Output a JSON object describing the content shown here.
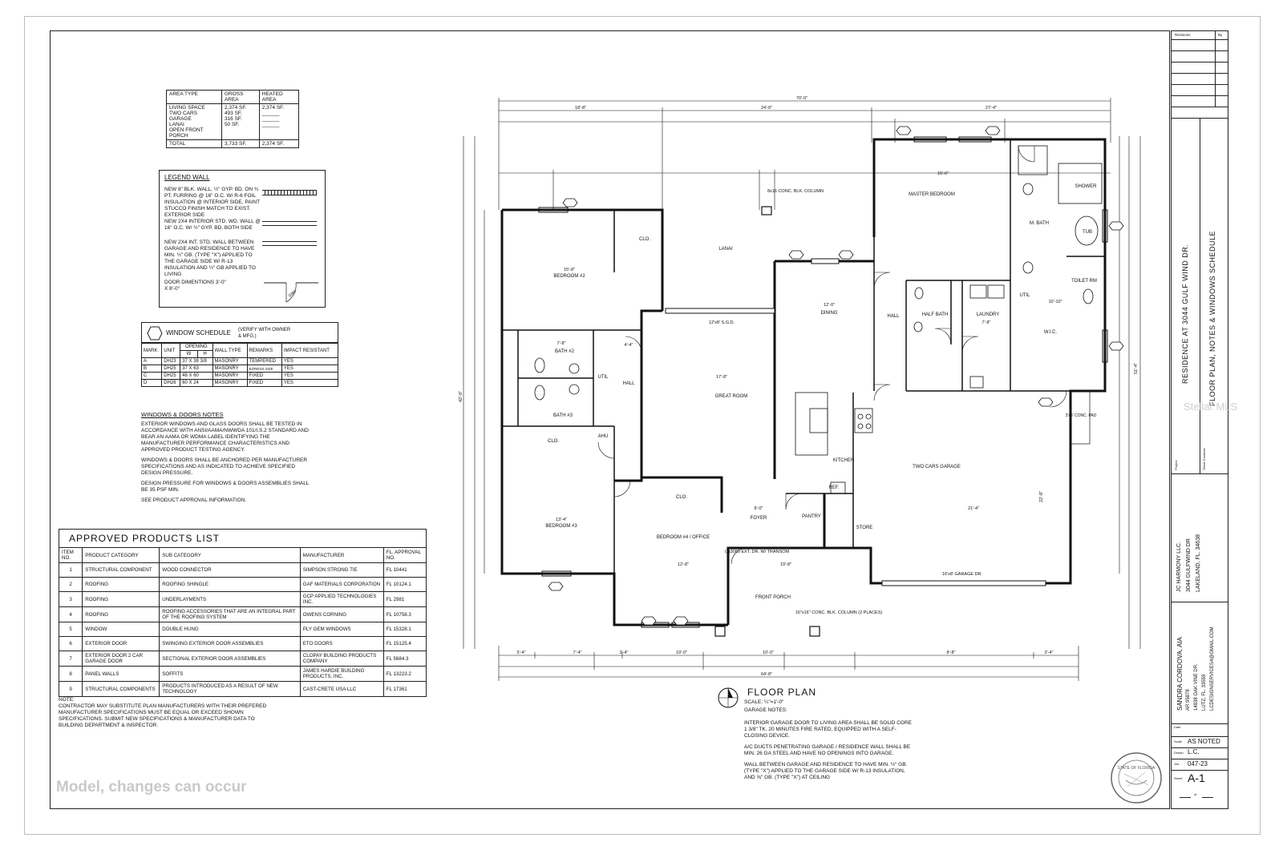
{
  "area_table": {
    "headers": [
      "AREA TYPE",
      "GROSS AREA",
      "HEATED AREA"
    ],
    "rows": [
      {
        "type": "LIVING SPACE",
        "gross": "2,374 SF.",
        "heated": "2,374 SF."
      },
      {
        "type": "TWO CARS GARAGE",
        "gross": "493 SF.",
        "heated": "______"
      },
      {
        "type": "LANAI",
        "gross": "316 SF.",
        "heated": "______"
      },
      {
        "type": "OPEN FRONT PORCH",
        "gross": "50 SF.",
        "heated": "______"
      }
    ],
    "total": {
      "type": "TOTAL",
      "gross": "3,733 SF.",
      "heated": "2,374 SF."
    }
  },
  "legend": {
    "title": "LEGEND WALL",
    "items": [
      "NEW 8\" BLK. WALL, ½\" GYP. BD. ON ¾ PT. FURRING @ 16\" O.C. W/ R-6 FOIL INSULATION @ INTERIOR SIDE, PAINT STUCCO FINISH MATCH TO EXIST. EXTERIOR SIDE",
      "NEW 2x4 INTERIOR STD. WD. WALL @ 16\" O.C. W/ ½\" GYP. BD. BOTH SIDE",
      "NEW 2x4 INT. STD. WALL BETWEEN GARAGE AND RESIDENCE TO HAVE MIN. ½\" GB. (TYPE \"X\") APPLIED TO THE GARAGE SIDE W/ R-13 INSULATION AND ½\" GB APPLIED TO LIVING",
      "DOOR DIMENTIONS 3'-0\" x 8'-0\""
    ],
    "door_tag": "3080"
  },
  "window_schedule": {
    "title": "WINDOW SCHEDULE",
    "note": "(VERIFY WITH OWNER & MFG.)",
    "headers": [
      "MARK",
      "UNIT",
      "OPENING",
      "WALL TYPE",
      "REMARKS",
      "IMPACT RESISTANT"
    ],
    "sub_headers": [
      "W",
      "H"
    ],
    "rows": [
      {
        "mark": "A",
        "unit": "DH23",
        "opening": "37 x 38 3/8",
        "wall": "MASONRY",
        "remarks": "TEMPERED",
        "impact": "YES"
      },
      {
        "mark": "B",
        "unit": "DH25",
        "opening": "37 x 63",
        "wall": "MASONRY",
        "remarks": "EGRESS SIZE",
        "impact": "YES"
      },
      {
        "mark": "C",
        "unit": "DH25",
        "opening": "48 x 60",
        "wall": "MASONRY",
        "remarks": "FIXED",
        "impact": "YES"
      },
      {
        "mark": "D",
        "unit": "DH26",
        "opening": "60 x 24",
        "wall": "MASONRY",
        "remarks": "FIXED",
        "impact": "YES"
      }
    ]
  },
  "window_notes": {
    "title": "WINDOWS & DOORS NOTES",
    "paragraphs": [
      "EXTERIOR WINDOWS AND GLASS DOORS SHALL BE TESTED IN ACCORDANCE WITH ANSI/AAMA/NWWDA 101/I.S.2 STANDARD AND BEAR AN AAMA OR WDMA LABEL IDENTIFYING THE MANUFACTURER PERFORMANCE CHARACTERISTICS AND APPROVED PRODUCT TESTING AGENCY.",
      "WINDOWS & DOORS SHALL BE ANCHORED PER MANUFACTURER SPECIFICATIONS AND AS INDICATED TO ACHIEVE SPECIFIED DESIGN PRESSURE.",
      "DESIGN PRESSURE FOR WINDOWS & DOORS ASSEMBLIES SHALL BE 35 PSF MIN.",
      "SEE PRODUCT APPROVAL INFORMATION."
    ]
  },
  "approved_products": {
    "title": "APPROVED PRODUCTS LIST",
    "headers": [
      "ITEM NO.",
      "PRODUCT CATEGORY",
      "SUB CATEGORY",
      "MANUFACTURER",
      "FL. APPROVAL NO."
    ],
    "rows": [
      {
        "no": "1",
        "cat": "STRUCTURAL COMPONENT",
        "sub": "WOOD CONNECTOR",
        "mfr": "SIMPSON STRONG TIE",
        "fl": "FL 10441"
      },
      {
        "no": "2",
        "cat": "ROOFING",
        "sub": "ROOFING SHINGLE",
        "mfr": "GAF MATERIALS CORPORATION",
        "fl": "FL 10124.1"
      },
      {
        "no": "3",
        "cat": "ROOFING",
        "sub": "UNDERLAYMENTS",
        "mfr": "GCP APPLIED TECHNOLOGIES INC.",
        "fl": "FL 2981"
      },
      {
        "no": "4",
        "cat": "ROOFING",
        "sub": "ROOFING ACCESSORIES THAT ARE AN INTEGRAL PART OF THE ROOFING SYSTEM",
        "mfr": "OWENS CORNING",
        "fl": "FL 10758.3"
      },
      {
        "no": "5",
        "cat": "WINDOW",
        "sub": "DOUBLE HUNG",
        "mfr": "PLY GEM WINDOWS",
        "fl": "FL 15328.1"
      },
      {
        "no": "6",
        "cat": "EXTERIOR DOOR",
        "sub": "SWINGING EXTERIOR DOOR ASSEMBLIES",
        "mfr": "ETO DOORS",
        "fl": "FL 15125.4"
      },
      {
        "no": "7",
        "cat": "EXTERIOR DOOR 2 CAR GARAGE DOOR",
        "sub": "SECTIONAL EXTERIOR DOOR ASSEMBLIES",
        "mfr": "CLOPAY BUILDING PRODUCTS COMPANY",
        "fl": "FL 5684.3"
      },
      {
        "no": "8",
        "cat": "PANEL WALLS",
        "sub": "SOFFITS",
        "mfr": "JAMES HARDIE BUILDING PRODUCTS, INC.",
        "fl": "FL 13223.2"
      },
      {
        "no": "9",
        "cat": "STRUCTURAL COMPONENTS",
        "sub": "PRODUCTS INTRODUCED AS A RESULT OF NEW TECHNOLOGY",
        "mfr": "CAST-CRETE USA LLC",
        "fl": "FL 17361"
      }
    ]
  },
  "contractor_note": {
    "title": "NOTE:",
    "text": "CONTRACTOR MAY SUBSTITUTE PLAN MANUFACTURERS WITH THEIR PREFERED MANUFACTURER SPECIFICATIONS MUST BE EQUAL OR EXCEED SHOWN SPECIFICATIONS. SUBMIT NEW SPECIFICATIONS & MANUFACTURER DATA TO BUILDING DEPARTMENT & INSPECTOR."
  },
  "floor_plan": {
    "title": "FLOOR PLAN",
    "scale": "SCALE: ¼\"=1'-0\"",
    "rooms": {
      "master": "MASTER BEDROOM",
      "m_bath": "M. BATH",
      "shower": "SHOWER",
      "tub": "TUB",
      "toilet": "TOILET RM",
      "bedroom2": "BEDROOM #2",
      "bedroom3": "BEDROOM #3",
      "bedroom4": "BEDROOM #4 / OFFICE",
      "bath2": "BATH #2",
      "bath3": "BATH #3",
      "lanai": "LANAI",
      "dining": "DINING",
      "great": "GREAT ROOM",
      "kitchen": "KITCHEN",
      "hall": "HALL",
      "hall2": "HALL",
      "half_bath": "HALF BATH",
      "laundry": "LAUNDRY",
      "wic": "W.I.C.",
      "util": "UTIL",
      "util2": "UTIL",
      "garage": "TWO CARS GARAGE",
      "foyer": "FOYER",
      "porch": "FRONT PORCH",
      "pantry": "PANTRY",
      "storage": "STORE",
      "ref": "REF.",
      "clo1": "CLO.",
      "clo2": "CLO.",
      "clo3": "CLO.",
      "ahu": "AHU",
      "conc_pad": "3'x6' CONC. PAD"
    },
    "labels": {
      "overall": "70'-0\"",
      "top1": "18'-8\"",
      "top2": "24'-0\"",
      "top3": "27'-4\"",
      "sgd": "12'x8' S.G.D.",
      "garage_door": "16'x8' GARAGE DR.",
      "ext_door": "(2)3080 EXT. DR. W/ TRANSOM",
      "column1": "8x16 CONC. BLK. COLUMN",
      "column2": "16\"x16\" CONC. BLK. COLUMN (2 PLACES)",
      "bot1": "5'-4\"",
      "bot2": "7'-4\"",
      "bot3": "3'-4\"",
      "bot4": "10'-0\"",
      "bot5": "10'-0\"",
      "bot6": "8'-8\"",
      "bot7": "3'-4\"",
      "bot_total": "64'-8\"",
      "left_total": "42'-0\"",
      "right_total": "51'-4\"",
      "bed2_size": "15'-8\"",
      "bed3_size": "13'-4\"",
      "bed4_size": "12'-8\"",
      "dining_size": "12'-0\"",
      "great_size": "17'-8\"",
      "laundry_size": "7'-8\"",
      "master_size": "16'-6\"",
      "garage_w": "21'-4\"",
      "garage_d": "22'-8\"",
      "porch_size": "19'-8\"",
      "foyer_size": "8'-0\"",
      "bath2_size": "7'-8\"",
      "hall_size": "4'-4\"",
      "wic_size": "10'-10\""
    },
    "garage_notes_title": "GARAGE NOTES:",
    "garage_notes": [
      "INTERIOR GARAGE DOOR TO LIVING AREA SHALL BE SOLID CORE 1 3/8\" TK. 20 MINUTES FIRE RATED, EQUIPPED WITH A SELF-CLOSING DEVICE.",
      "A/C DUCTS PENETRATING GARAGE / RESIDENCE WALL SHALL BE MIN. 26 GA STEEL AND HAVE NO OPENINGS INTO GARAGE.",
      "WALL BETWEEN GARAGE AND RESIDENCE TO HAVE MIN. ½\" GB. (TYPE \"X\") APPLIED TO THE GARAGE SIDE W/ R-13 INSULATION, AND ⅝\" GB. (TYPE \"X\") AT CEILING"
    ]
  },
  "title_block": {
    "revisions": "Revisions",
    "by": "By",
    "project_title": "RESIDENCE AT 3044 GULF WIND DR.",
    "sheet_title": "FLOOR PLAN, NOTES & WINDOWS SCHEDULE",
    "project_label": "Project",
    "sheet_contents_label": "Sheet Contents",
    "owner": "JC HARMONY LLC.",
    "owner_addr1": "3044 GULFWIND DR",
    "owner_addr2": "LAKELAND, FL. 34638",
    "architect": "SANDRA CORDOVA, AIA",
    "arch_lic": "AR 95878",
    "arch_addr1": "14838 OAK VINE DR.",
    "arch_addr2": "LUTZ, FL. 33559",
    "arch_email": "LCDESIGNSERVICES4@GMAIL.COM",
    "date_label": "Date",
    "scale_label": "Scale",
    "scale": "AS NOTED",
    "drawn_label": "Drawn",
    "drawn": "L.C.",
    "job_label": "Job",
    "job": "047-23",
    "sheet_label": "Sheet",
    "sheet": "A-1",
    "of": "of",
    "seal_text": "STATE OF FLORIDA"
  },
  "watermark": "Model, changes can occur",
  "watermark2": "Stellar MLS"
}
